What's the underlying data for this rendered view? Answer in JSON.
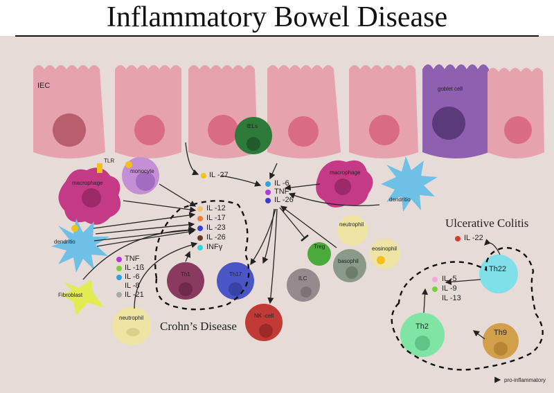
{
  "title": "Inflammatory Bowel Disease",
  "regions": {
    "crohns": "Crohn’s Disease",
    "uc": "Ulcerative Colitis"
  },
  "labels": {
    "iec": "IEC",
    "goblet_cell": "goblet cell",
    "iels": "IELs",
    "tlr": "TLR",
    "macrophage_left": "macrophage",
    "monocyte": "monocyte",
    "macrophage_right": "macrophage",
    "dendritic_right": "dendritio",
    "dendritic_left": "dendritio",
    "fibroblast": "Fibroblast",
    "neutrophil_left": "neutrophil",
    "th1": "Th1",
    "th17": "Th17",
    "nk_cell": "NK -cell",
    "ilc": "ILC",
    "treg": "Treg",
    "basophil": "basophil",
    "neutrophil_mid": "neutrophil",
    "eosinophil": "eosinophil",
    "th22": "Th22",
    "th2": "Th2",
    "th9": "Th9",
    "legend": "pro-inflammatory"
  },
  "cytokines": {
    "il27": "IL -27",
    "center": [
      "IL -6",
      "TNF",
      "IL -26"
    ],
    "crohns": [
      "IL -12",
      "IL -17",
      "IL -23",
      "IL -26",
      "INFγ"
    ],
    "fibro": [
      "TNF",
      "IL -1ß",
      "IL -6",
      "IL -8",
      "IL -21"
    ],
    "il22": "IL -22",
    "uc": [
      "IL -5",
      "IL -9",
      "IL -13"
    ]
  },
  "colors": {
    "background": "#e6dbd6",
    "epithelium": "#e7a3ad",
    "goblet": "#8f5fb0",
    "macrophage": "#c53a86",
    "dendritic": "#6fc0e6"
  }
}
